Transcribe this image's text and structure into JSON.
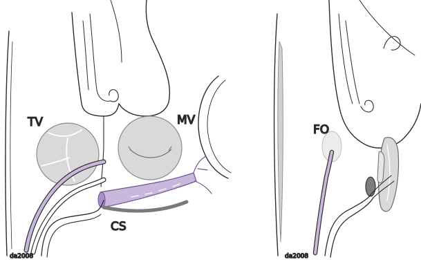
{
  "left_panel": {
    "labels": {
      "tv": "TV",
      "mv": "MV",
      "cs": "CS",
      "credit": "da2008"
    }
  },
  "right_panel": {
    "labels": {
      "fo": "FO",
      "credit": "da2008"
    }
  },
  "colors": {
    "outline": "#2a2a2a",
    "valve_fill": "#d9d9d9",
    "catheter_lilac": "#c9b8db",
    "sheath_purple": "#a88fc8",
    "balloon_dark": "#7d7d7d",
    "panel_stroke": "#3a3a3a"
  }
}
